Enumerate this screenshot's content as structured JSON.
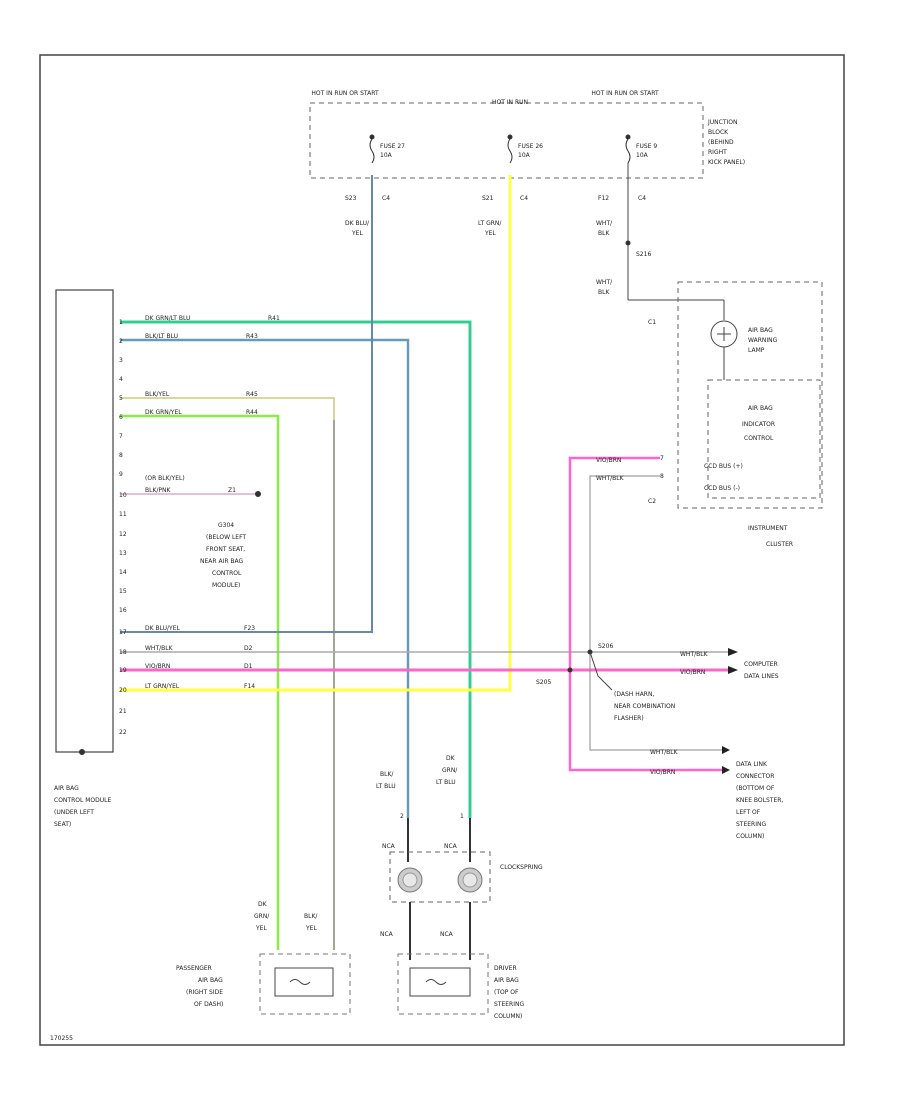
{
  "diagram": {
    "supply_label_left": "HOT IN RUN OR START",
    "supply_label_center": "HOT IN RUN",
    "supply_label_right": "HOT IN RUN OR START",
    "fuse_27": "FUSE 27",
    "fuse_27_amps": "10A",
    "fuse_26": "FUSE 26",
    "fuse_26_amps": "10A",
    "fuse_9": "FUSE 9",
    "fuse_9_amps": "10A",
    "junction_block_1": "JUNCTION",
    "junction_block_2": "BLOCK",
    "junction_block_3": "(BEHIND",
    "junction_block_4": "RIGHT",
    "junction_block_5": "KICK PANEL)",
    "pin_s23_a": "S23",
    "conn_c4_a": "C4",
    "pin_s23_b": "S21",
    "conn_c4_b": "C4",
    "pin_f12": "F12",
    "conn_c4_c": "C4",
    "wire_dk_blu_1": "DK BLU/",
    "wire_dk_blu_2": "YEL",
    "wire_lt_grn_1": "LT GRN/",
    "wire_lt_grn_2": "YEL",
    "wire_wht_blk_1": "WHT/",
    "wire_wht_blk_2": "BLK",
    "wire_wht_blk_3": "WHT/",
    "wire_wht_blk_4": "BLK",
    "splice_s216": "S216",
    "conn_c1": "C1",
    "lamp_1": "AIR BAG",
    "lamp_2": "WARNING",
    "lamp_3": "LAMP",
    "ind_1": "AIR BAG",
    "ind_2": "INDICATOR",
    "ind_3": "CONTROL",
    "ccd_plus": "CCD BUS (+)",
    "ccd_minus": "CCD BUS (-)",
    "conn_c2": "C2",
    "wire_vio_brn": "VIO/BRN",
    "wire_wht_blk": "WHT/BLK",
    "cluster_1": "INSTRUMENT",
    "cluster_2": "CLUSTER",
    "module_pins": [
      "1",
      "2",
      "3",
      "4",
      "5",
      "6",
      "7",
      "8",
      "9",
      "10",
      "11",
      "12",
      "13",
      "14",
      "15",
      "16",
      "17",
      "18",
      "19",
      "20",
      "21",
      "22"
    ],
    "row1_wire": "DK GRN/LT BLU",
    "row1_circuit": "R41",
    "row2_wire": "BLK/LT BLU",
    "row2_circuit": "R43",
    "row5_wire": "BLK/YEL",
    "row5_circuit": "R45",
    "row6_wire": "DK GRN/YEL",
    "row6_circuit": "R44",
    "row10_alt": "(OR BLK/YEL)",
    "row10_wire": "BLK/PNK",
    "row10_circuit": "Z1",
    "ground_1": "G304",
    "ground_2": "(BELOW LEFT",
    "ground_3": "FRONT SEAT,",
    "ground_4": "NEAR AIR BAG",
    "ground_5": "CONTROL",
    "ground_6": "MODULE)",
    "row17_wire": "DK BLU/YEL",
    "row17_circuit": "F23",
    "row18_wire": "WHT/BLK",
    "row18_circuit": "D2",
    "row19_wire": "VIO/BRN",
    "row19_circuit": "D1",
    "row20_wire": "LT GRN/YEL",
    "row20_circuit": "F14",
    "module_1": "AIR BAG",
    "module_2": "CONTROL MODULE",
    "module_3": "(UNDER LEFT",
    "module_4": "SEAT)",
    "splice_s206": "S206",
    "splice_s205": "S205",
    "data_1": "COMPUTER",
    "data_2": "DATA LINES",
    "wire_wht_blk_r1": "WHT/BLK",
    "wire_vio_brn_r1": "VIO/BRN",
    "flasher_1": "(DASH HARN,",
    "flasher_2": "NEAR COMBINATION",
    "flasher_3": "FLASHER)",
    "wire_wht_blk_r2": "WHT/BLK",
    "wire_vio_brn_r2": "VIO/BRN",
    "dlc_1": "DATA LINK",
    "dlc_2": "CONNECTOR",
    "dlc_3": "(BOTTOM OF",
    "dlc_4": "KNEE BOLSTER,",
    "dlc_5": "LEFT OF",
    "dlc_6": "STEERING",
    "dlc_7": "COLUMN)",
    "cs_wire_a1": "BLK/",
    "cs_wire_a2": "LT BLU",
    "cs_wire_b1": "DK",
    "cs_wire_b2": "GRN/",
    "cs_wire_b3": "LT BLU",
    "cs_pin_2": "2",
    "cs_pin_1": "1",
    "cs_nca_1": "NCA",
    "cs_nca_2": "NCA",
    "clockspring": "CLOCKSPRING",
    "cs_nca_3": "NCA",
    "cs_nca_4": "NCA",
    "pass_wire_a1": "DK",
    "pass_wire_a2": "GRN/",
    "pass_wire_a3": "YEL",
    "pass_wire_b1": "BLK/",
    "pass_wire_b2": "YEL",
    "pass_1": "PASSENGER",
    "pass_2": "AIR BAG",
    "pass_3": "(RIGHT SIDE",
    "pass_4": "OF DASH)",
    "drv_1": "DRIVER",
    "drv_2": "AIR BAG",
    "drv_3": "(TOP OF",
    "drv_4": "STEERING",
    "drv_5": "COLUMN)",
    "figure_id": "170255"
  }
}
